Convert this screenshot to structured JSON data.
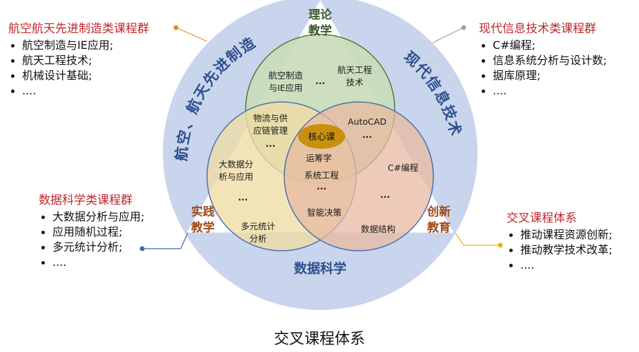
{
  "outer_ring": {
    "top": [
      "理论",
      "教学"
    ],
    "left_bottom": [
      "实践",
      "教学"
    ],
    "right_bottom": [
      "创新",
      "教育"
    ],
    "bottom": "数据科学",
    "left_arc": "航空、航天先进制造",
    "right_arc": "现代信息技术"
  },
  "inner": {
    "top_left": [
      "航空制造",
      "与IE应用"
    ],
    "top_dots": "...",
    "top_right": [
      "航天工程",
      "技术"
    ],
    "tl_overlap": [
      "物流与供",
      "应链管理"
    ],
    "tl_overlap_dots": "...",
    "tr_overlap": "AutoCAD",
    "tr_overlap_dots": "...",
    "core": "核心课",
    "center_1": "运筹学",
    "center_2": "系统工程",
    "center_dots": "...",
    "left": [
      "大数据分",
      "析与应用"
    ],
    "left_dots": "...",
    "left_bottom": [
      "多元统计",
      "分析"
    ],
    "right": "C#编程",
    "right_dots": "...",
    "bottom_overlap": "智能决策",
    "right_bottom": "数据结构"
  },
  "blocks": {
    "top_left": {
      "title": "航空航天先进制造类课程群",
      "items": [
        "航空制造与IE应用;",
        "航天工程技术;",
        "机械设计基础;",
        "...."
      ]
    },
    "top_right": {
      "title": "现代信息技术类课程群",
      "items": [
        "C#编程;",
        "信息系统分析与设计数;",
        "据库原理;",
        "...."
      ]
    },
    "mid_left": {
      "title": "数据科学类课程群",
      "items": [
        "大数据分析与应用;",
        "应用随机过程;",
        "多元统计分析;",
        "...."
      ]
    },
    "mid_right": {
      "title": "交叉课程体系",
      "items": [
        "推动课程资源创新;",
        "推动教学技术改革;",
        "...."
      ]
    }
  },
  "caption": "交叉课程体系",
  "colors": {
    "outer_ring": "#c9d5ec",
    "ring_text": "#2e4f8f",
    "green_circle": "#c9ddb9",
    "yellow_circle": "#f0dca4",
    "orange_circle": "#e7b9a0",
    "core": "#c8900e",
    "top_label": "#3c5a2a",
    "orange_label": "#a04a16",
    "heading_red": "#c0262d",
    "marker_orange": "#e6892e",
    "marker_gray": "#a0a0a0",
    "marker_blue": "#3f63b5",
    "marker_yellow": "#e8b30c"
  }
}
